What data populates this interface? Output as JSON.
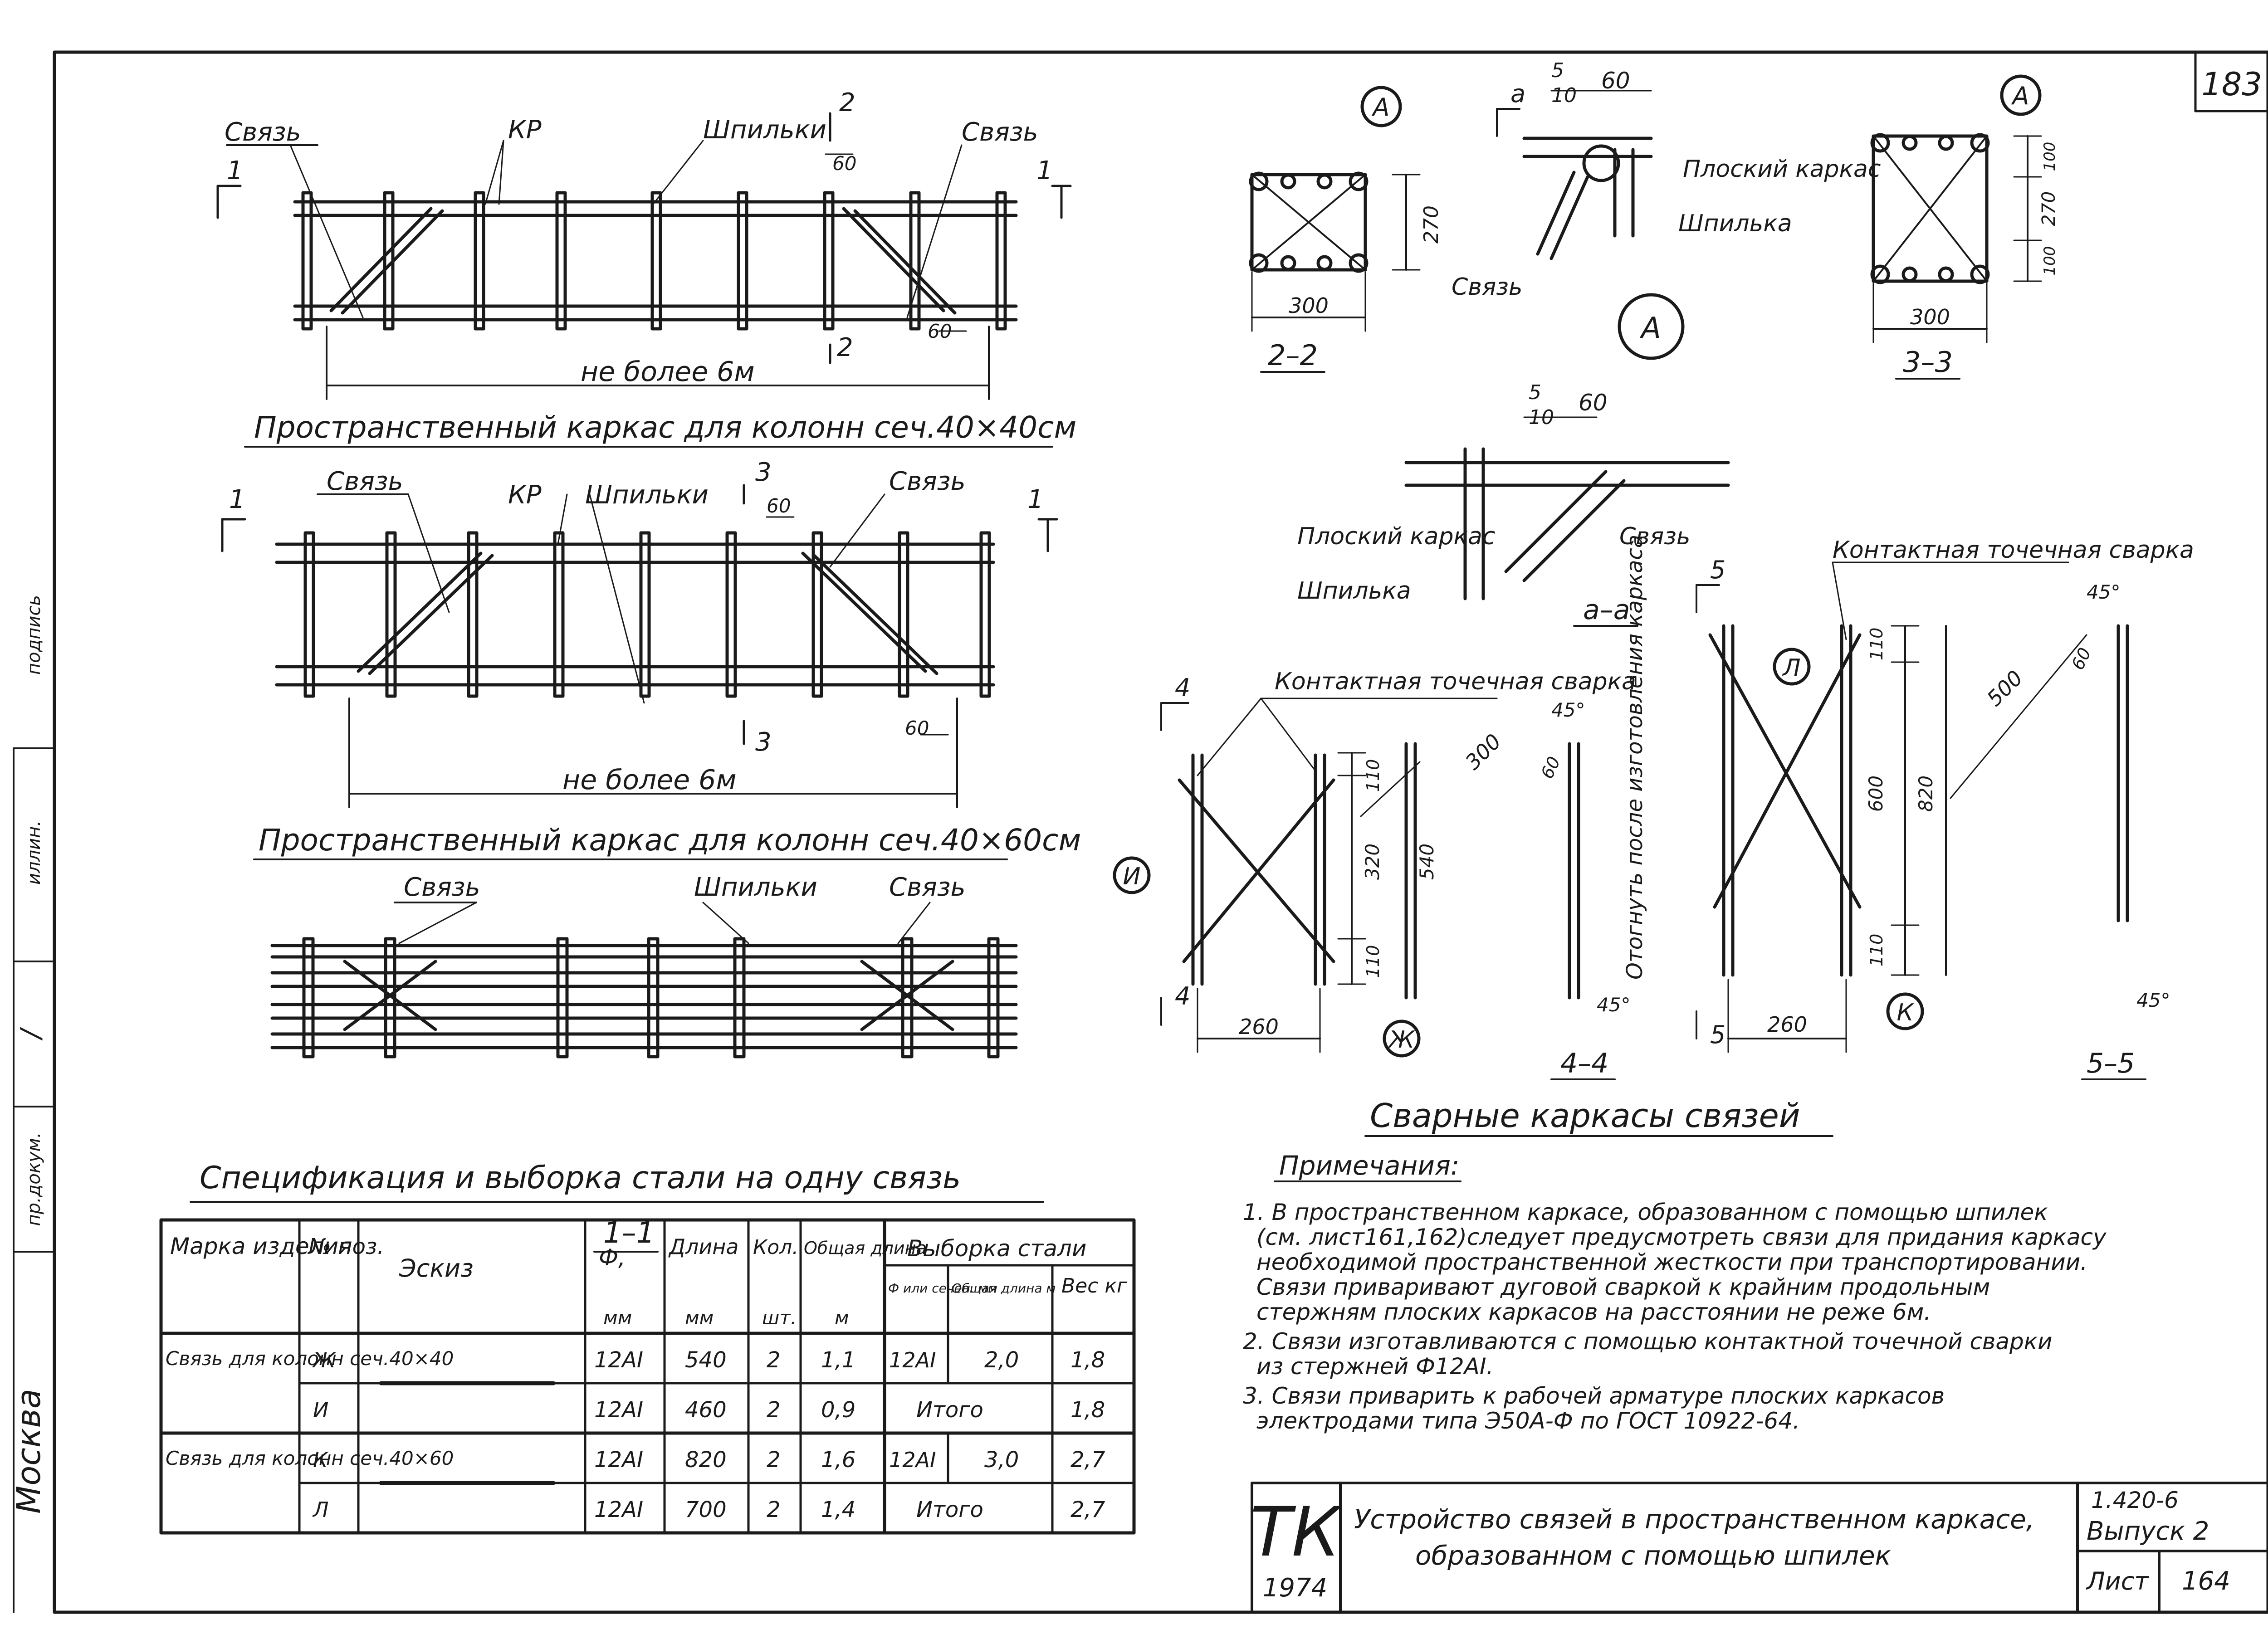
{
  "sheet": {
    "corner_number": "183",
    "side_city": "Москва",
    "side_sign": "/",
    "side_text_top": "иллин.",
    "side_text_mid": "пр.докум.",
    "side_text_low": "подпись"
  },
  "frame40": {
    "title": "Пространственный каркас для колонн сеч.40×40см",
    "link_left": "Связь",
    "link_right": "Связь",
    "kr": "КР",
    "pins": "Шпильки",
    "dim60a": "60",
    "dim60b": "60",
    "length_note": "не более 6м",
    "cut1": "1",
    "cut2": "2"
  },
  "frame60": {
    "title": "Пространственный каркас для колонн сеч.40×60см",
    "link_left": "Связь",
    "link_right": "Связь",
    "kr": "КР",
    "pins": "Шпильки",
    "dim60a": "60",
    "dim60b": "60",
    "length_note": "не более 6м",
    "cut1": "1",
    "cut3": "3"
  },
  "section11": {
    "label": "1–1",
    "link_left": "Связь",
    "link_right": "Связь",
    "pins": "Шпильки"
  },
  "sec22": {
    "label": "2–2",
    "callout": "А",
    "dim_h": "270",
    "dim_w": "300"
  },
  "sec33": {
    "label": "3–3",
    "callout": "А",
    "dim_top": "100",
    "dim_mid": "270",
    "dim_bot": "100",
    "dim_w": "300"
  },
  "nodeA": {
    "callout": "А",
    "cut_mark": "а",
    "weld_num": "5",
    "weld_den": "10",
    "weld_len": "60",
    "flat_frame": "Плоский каркас",
    "pin": "Шпилька",
    "link": "Связь"
  },
  "secaa": {
    "label": "а–а",
    "weld_num": "5",
    "weld_den": "10",
    "weld_len": "60",
    "flat_frame": "Плоский каркас",
    "pin": "Шпилька",
    "link": "Связь"
  },
  "sec44": {
    "label": "4–4",
    "mark": "4",
    "weld": "Контактная точечная сварка",
    "bar_i": "И",
    "bar_zh": "Ж",
    "dim110a": "110",
    "dim320": "320",
    "dim540": "540",
    "dim110b": "110",
    "dim260": "260",
    "dim300": "300",
    "dim60": "60",
    "ang_top": "45°",
    "ang_bot": "45°",
    "bend_note": "Отогнуть после изготовления каркаса"
  },
  "sec55": {
    "label": "5–5",
    "mark": "5",
    "weld": "Контактная точечная сварка",
    "bar_l": "Л",
    "bar_k": "К",
    "dim110a": "110",
    "dim600": "600",
    "dim820": "820",
    "dim110b": "110",
    "dim260": "260",
    "dim500": "500",
    "dim60": "60",
    "ang_top": "45°",
    "ang_bot": "45°"
  },
  "welded_title": "Сварные каркасы связей",
  "spec": {
    "title": "Спецификация и выборка стали на одну связь",
    "headers": {
      "mark": "Марка изделия",
      "pos": "№ поз.",
      "sketch": "Эскиз",
      "dia": "Ф,",
      "dia_unit": "мм",
      "len": "Длина",
      "len_unit": "мм",
      "qty": "Кол.",
      "qty_unit": "шт.",
      "total": "Общая длина",
      "total_unit": "м",
      "sel": "Выборка стали",
      "sel_dia": "Ф или сечен. мм",
      "sel_len": "Общая длина м",
      "sel_wt": "Вес кг"
    },
    "rows": [
      {
        "mark": "Связь для колонн сеч.40×40",
        "pos": "Ж",
        "dia": "12AI",
        "len": "540",
        "qty": "2",
        "total": "1,1",
        "sd": "12AI",
        "sl": "2,0",
        "sw": "1,8"
      },
      {
        "mark": "",
        "pos": "И",
        "dia": "12AI",
        "len": "460",
        "qty": "2",
        "total": "0,9",
        "sd": "Итого",
        "sl": "",
        "sw": "1,8"
      },
      {
        "mark": "Связь для колонн сеч.40×60",
        "pos": "К",
        "dia": "12AI",
        "len": "820",
        "qty": "2",
        "total": "1,6",
        "sd": "12AI",
        "sl": "3,0",
        "sw": "2,7"
      },
      {
        "mark": "",
        "pos": "Л",
        "dia": "12AI",
        "len": "700",
        "qty": "2",
        "total": "1,4",
        "sd": "Итого",
        "sl": "",
        "sw": "2,7"
      }
    ]
  },
  "notes": {
    "title": "Примечания:",
    "items": [
      "1. В пространственном каркасе, образованном с помощью шпилек",
      "(см. лист161,162)следует предусмотреть связи для придания каркасу",
      "необходимой пространственной жесткости при транспортировании.",
      "Связи приваривают дуговой сваркой к крайним продольным",
      "стержням плоских каркасов на расстоянии не реже 6м.",
      "2. Связи изготавливаются с помощью контактной точечной сварки",
      "из стержней Ф12AI.",
      "3. Связи приварить к рабочей арматуре плоских каркасов",
      "электродами типа Э50А-Ф по ГОСТ 10922-64."
    ]
  },
  "stamp": {
    "org": "ТК",
    "year": "1974",
    "title_line1": "Устройство связей в пространственном каркасе,",
    "title_line2": "образованном с помощью шпилек",
    "series": "1.420-6",
    "issue": "Выпуск 2",
    "sheet_label": "Лист",
    "sheet_no": "164"
  }
}
